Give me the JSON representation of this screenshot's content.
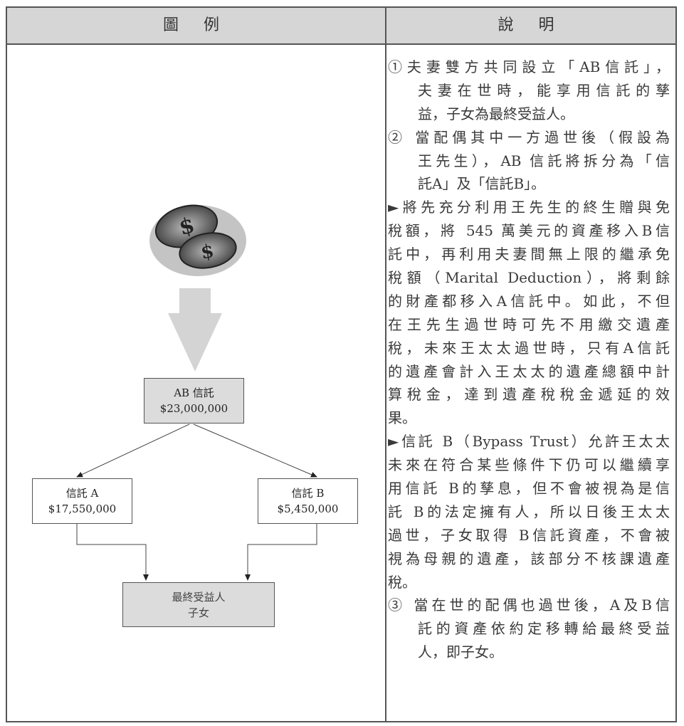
{
  "header": {
    "col1": "圖 例",
    "col2": "說 明"
  },
  "diagram": {
    "ab_trust": {
      "name": "AB 信託",
      "amount": "$23,000,000"
    },
    "trust_a": {
      "name": "信託 A",
      "amount": "$17,550,000"
    },
    "trust_b": {
      "name": "信託 B",
      "amount": "$5,450,000"
    },
    "beneficiary": {
      "title": "最終受益人",
      "who": "子女"
    }
  },
  "description": {
    "lines": [
      "①夫妻雙方共同設立「AB信託」，",
      "夫妻在世時，能享用信託的孳",
      "益，子女為最終受益人。",
      "② 當配偶其中一方過世後（假設為",
      "王先生），AB 信託將拆分為「信",
      "託A」及「信託B」。",
      "►將先充分利用王先生的終生贈與免",
      "稅額，將 545 萬美元的資產移入B信",
      "託中，再利用夫妻間無上限的繼承免",
      "稅額（Marital Deduction），將剩餘",
      "的財產都移入A信託中。如此，不但",
      "在王先生過世時可先不用繳交遺產",
      "稅，未來王太太過世時，只有A信託",
      "的遺產會計入王太太的遺產總額中計",
      "算稅金，達到遺產稅稅金遞延的效",
      "果。",
      "►信託 B（Bypass Trust）允許王太太",
      "未來在符合某些條件下仍可以繼續享",
      "用信託 B的孳息，但不會被視為是信",
      "託 B的法定擁有人，所以日後王太太",
      "過世，子女取得 B信託資產，不會被",
      "視為母親的遺產，該部分不核課遺產",
      "稅。",
      "③ 當在世的配偶也過世後，A及B信",
      "託的資產依約定移轉給最終受益",
      "人，即子女。"
    ]
  }
}
